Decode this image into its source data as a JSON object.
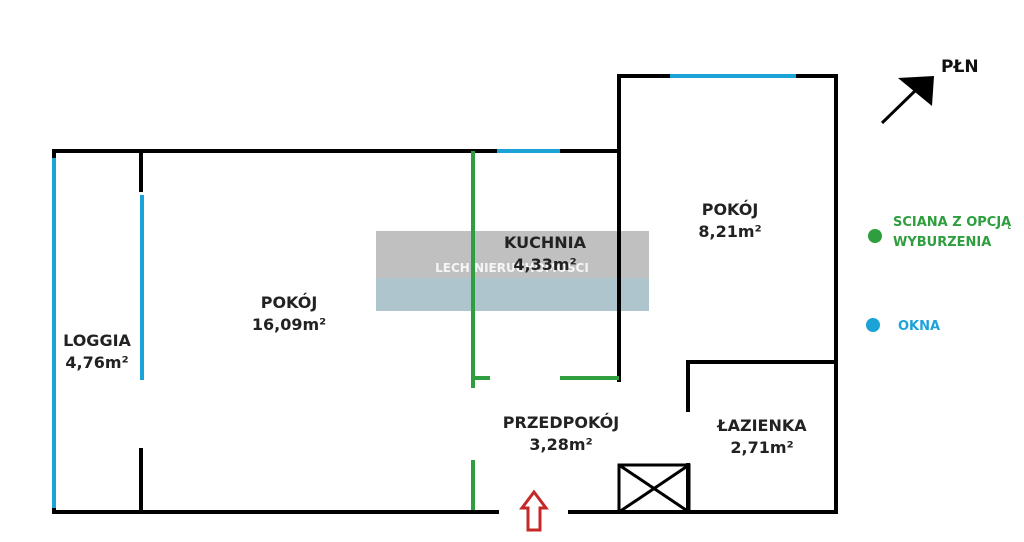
{
  "north": {
    "label": "PŁN"
  },
  "watermark": {
    "text": "LECH NIERUCHOMOŚCI"
  },
  "rooms": {
    "loggia": {
      "name": "LOGGIA",
      "area": "4,76m²"
    },
    "pokoj_main": {
      "name": "POKÓJ",
      "area": "16,09m²"
    },
    "kuchnia": {
      "name": "KUCHNIA",
      "area": "4,33m²"
    },
    "pokoj_small": {
      "name": "POKÓJ",
      "area": "8,21m²"
    },
    "przedpokoj": {
      "name": "PRZEDPOKÓJ",
      "area": "3,28m²"
    },
    "lazienka": {
      "name": "ŁAZIENKA",
      "area": "2,71m²"
    }
  },
  "legend": {
    "wall": {
      "label_line1": "SCIANA Z OPCJĄ",
      "label_line2": "WYBURZENIA",
      "color": "#2e9e3e"
    },
    "windows": {
      "label": "OKNA",
      "color": "#1ba3d8"
    }
  },
  "colors": {
    "wall": "#000000",
    "removable_wall": "#2e9e3e",
    "window": "#1ba3d8",
    "entrance_arrow": "#c62828"
  }
}
